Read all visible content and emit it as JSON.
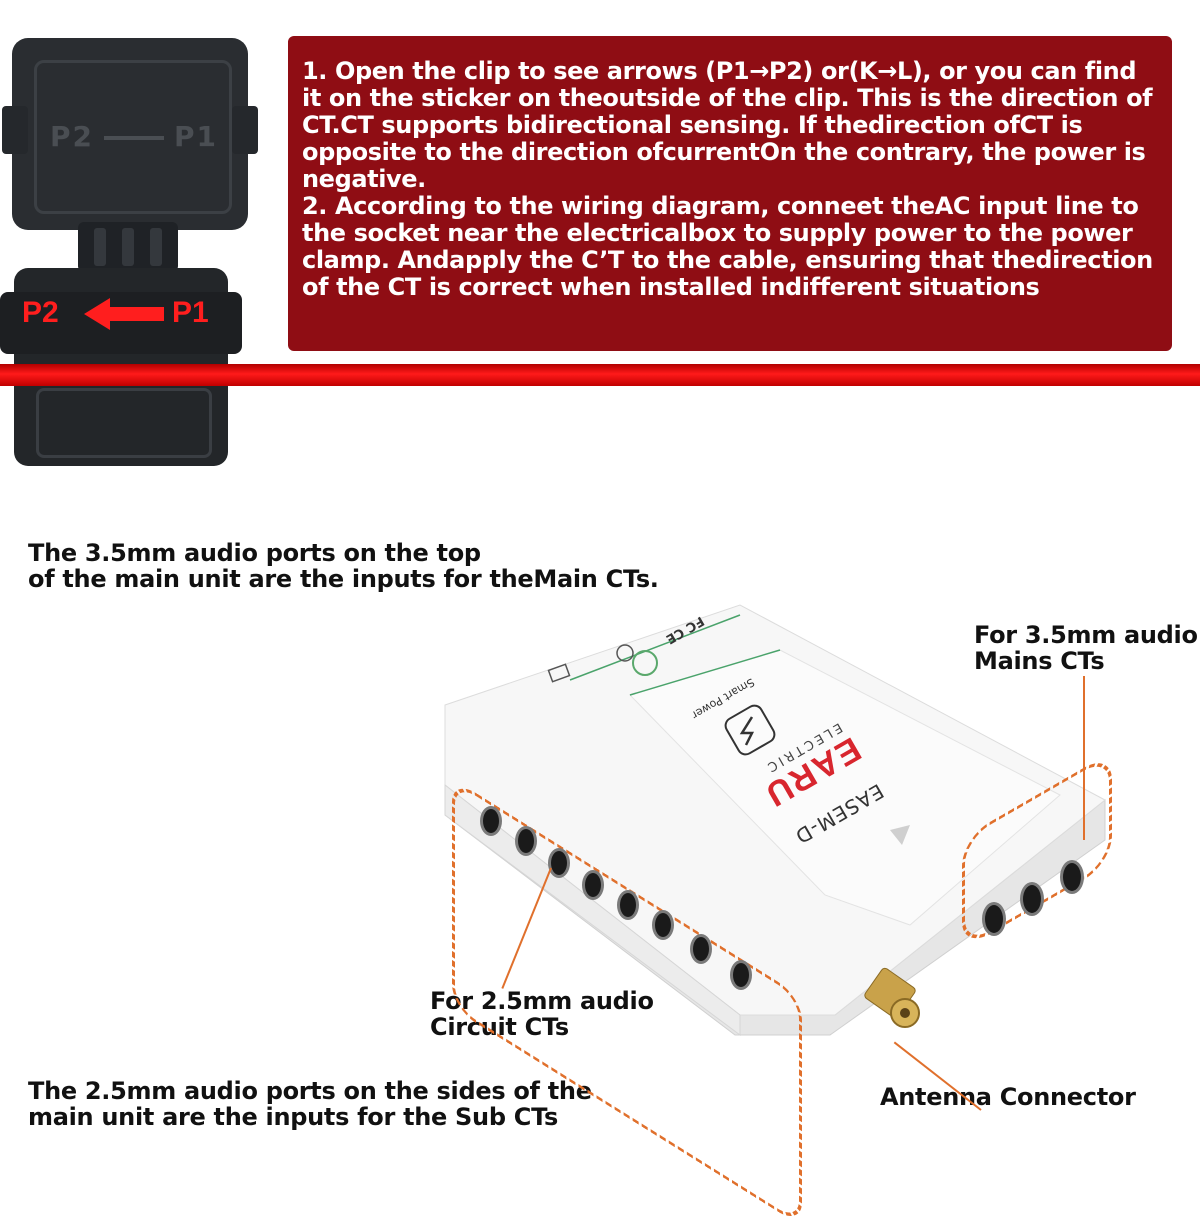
{
  "info_panel": {
    "paragraph1": "1. Open the clip to see arrows (P1→P2) or(K→L), or you can find it on the sticker on theoutside of the clip. This is the direction of CT.CT supports bidirectional sensing. If thedirection ofCT is opposite to the direction ofcurrentOn the contrary, the power is negative.",
    "paragraph2": "2. According to the wiring diagram, conneet theAC input line to the socket near the electricalbox to supply power to the power clamp. Andapply the C’T to the cable, ensuring that thedirection of the CT is correct when installed indifferent situations"
  },
  "clip": {
    "top_emboss_left": "P2",
    "top_emboss_right": "P1",
    "label_left": "P2",
    "label_right": "P1"
  },
  "captions": {
    "main_ports_line1": "The 3.5mm audio ports on the top",
    "main_ports_line2": "of the main unit are the inputs for theMain CTs.",
    "mains_ct_line1": "For 3.5mm audio",
    "mains_ct_line2": "Mains CTs",
    "circuit_ct_line1": "For 2.5mm audio",
    "circuit_ct_line2": "Circuit CTs",
    "sub_ports_line1": "The 2.5mm audio ports on the sides of the",
    "sub_ports_line2": "main unit are the inputs for the Sub CTs",
    "antenna": "Antenna Connector"
  },
  "device": {
    "brand": "EARU",
    "brand_sub": "ELECTRIC",
    "model": "EASEM-D",
    "feature": "Smart Power",
    "cert_marks": "FC CE"
  },
  "colors": {
    "panel": "#8f0d14",
    "cable": "#ff1a1a",
    "dash": "#e0702c",
    "brand": "#d8262e"
  }
}
